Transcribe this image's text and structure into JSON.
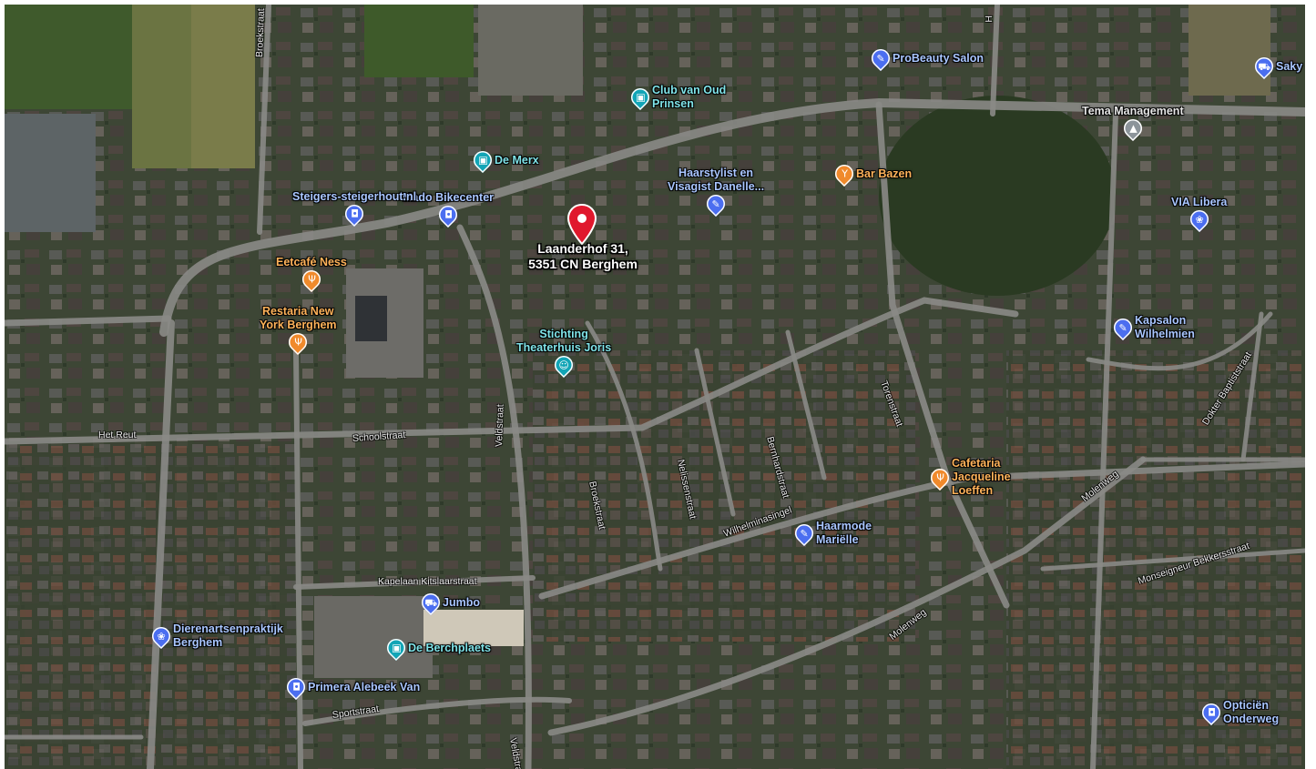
{
  "marker": {
    "icon": "location-pin-icon",
    "color": "#e0182d",
    "address_line1": "Laanderhof 31,",
    "address_line2": "5351 CN Berghem"
  },
  "pois": [
    {
      "id": "probeauty-salon",
      "line1": "ProBeauty Salon",
      "line2": "",
      "icon": "beauty-icon",
      "color": "#4b6ef0"
    },
    {
      "id": "saky",
      "line1": "Saky",
      "line2": "",
      "icon": "shopping-cart-icon",
      "color": "#4b6ef0"
    },
    {
      "id": "club-van-oud-prinsen",
      "line1": "Club van Oud",
      "line2": "Prinsen",
      "icon": "ticket-icon",
      "color": "#12a5b6"
    },
    {
      "id": "tema-management",
      "line1": "Tema Management",
      "line2": "",
      "icon": "building-icon",
      "color": "#8c949a"
    },
    {
      "id": "de-merx",
      "line1": "De Merx",
      "line2": "",
      "icon": "ticket-icon",
      "color": "#12a5b6"
    },
    {
      "id": "bar-bazen",
      "line1": "Bar Bazen",
      "line2": "",
      "icon": "cocktail-icon",
      "color": "#f08a2c"
    },
    {
      "id": "haarstylist",
      "line1": "Haarstylist en",
      "line2": "Visagist Danelle...",
      "icon": "beauty-icon",
      "color": "#4b6ef0"
    },
    {
      "id": "mado-bikecenter",
      "line1": "Mado Bikecenter",
      "line2": "",
      "icon": "shopping-bag-icon",
      "color": "#4b6ef0"
    },
    {
      "id": "steigers",
      "line1": "Steigers-steigerhout.nl",
      "line2": "",
      "icon": "shopping-bag-icon",
      "color": "#4b6ef0"
    },
    {
      "id": "via-libera",
      "line1": "VIA Libera",
      "line2": "",
      "icon": "paw-icon",
      "color": "#4b6ef0"
    },
    {
      "id": "eetcafe-ness",
      "line1": "Eetcafé Ness",
      "line2": "",
      "icon": "restaurant-icon",
      "color": "#f08a2c"
    },
    {
      "id": "restaria-new-york",
      "line1": "Restaria New",
      "line2": "York Berghem",
      "icon": "restaurant-icon",
      "color": "#f08a2c"
    },
    {
      "id": "stichting-theaterhuis",
      "line1": "Stichting",
      "line2": "Theaterhuis Joris",
      "icon": "theater-icon",
      "color": "#12a5b6"
    },
    {
      "id": "kapsalon-wilhelmien",
      "line1": "Kapsalon",
      "line2": "Wilhelmien",
      "icon": "beauty-icon",
      "color": "#4b6ef0"
    },
    {
      "id": "cafetaria-jacqueline",
      "line1": "Cafetaria",
      "line2": "Jacqueline",
      "line3": "Loeffen",
      "icon": "restaurant-icon",
      "color": "#f08a2c"
    },
    {
      "id": "haarmode-marielle",
      "line1": "Haarmode",
      "line2": "Mariëlle",
      "icon": "beauty-icon",
      "color": "#4b6ef0"
    },
    {
      "id": "jumbo",
      "line1": "Jumbo",
      "line2": "",
      "icon": "shopping-cart-icon",
      "color": "#4b6ef0"
    },
    {
      "id": "dierenartsenpraktijk",
      "line1": "Dierenartsenpraktijk",
      "line2": "Berghem",
      "icon": "paw-icon",
      "color": "#4b6ef0"
    },
    {
      "id": "de-berchplaets",
      "line1": "De Berchplaets",
      "line2": "",
      "icon": "ticket-icon",
      "color": "#12a5b6"
    },
    {
      "id": "primera-alebeek",
      "line1": "Primera Alebeek Van",
      "line2": "",
      "icon": "shopping-bag-icon",
      "color": "#4b6ef0"
    },
    {
      "id": "opticien-onderweg",
      "line1": "Opticiën",
      "line2": "Onderweg",
      "icon": "shopping-bag-icon",
      "color": "#4b6ef0"
    }
  ],
  "streets": {
    "broekstraat": "Broekstraat",
    "het_reut": "Het Reut",
    "schoolstraat": "Schoolstraat",
    "veldstraat1": "Veldstraat",
    "veldstraat2": "Veldstraat",
    "broekstraat2": "Broekstraat",
    "nelissenstraat": "Nelissenstraat",
    "bernhardstraat": "Bernhardstraat",
    "torenstraat": "Torenstraat",
    "wilhelminasingel": "Wilhelminasingel",
    "molenweg1": "Molenweg",
    "molenweg2": "Molenweg",
    "kapelaan": "Kapelaan Kitslaarstraat",
    "sportstraat": "Sportstraat",
    "dokter": "Dokter Baptiststraat",
    "monseigneur": "Monseigneur Bekkersstraat",
    "h_street": "H"
  }
}
